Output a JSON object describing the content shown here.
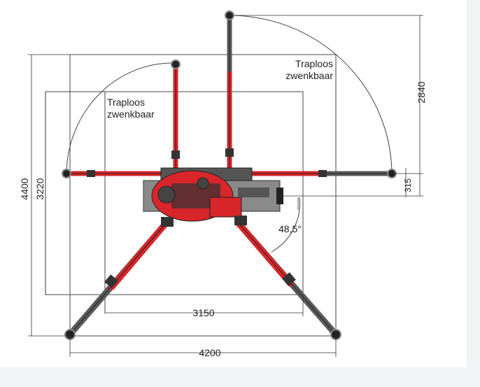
{
  "labels": {
    "swivel_left_line1": "Traploos",
    "swivel_left_line2": "zwenkbaar",
    "swivel_right_line1": "Traploos",
    "swivel_right_line2": "zwenkbaar"
  },
  "dimensions": {
    "width_outer": "4200",
    "width_inner": "3150",
    "height_outer": "4400",
    "height_inner": "3220",
    "arm_reach": "2840",
    "arm_offset": "315",
    "angle": "48,5°"
  },
  "colors": {
    "boom_red": "#d8262b",
    "boom_dark": "#5a5a5a",
    "body_grey": "#8a8a8a",
    "background_strip": "#f2f3f5"
  }
}
